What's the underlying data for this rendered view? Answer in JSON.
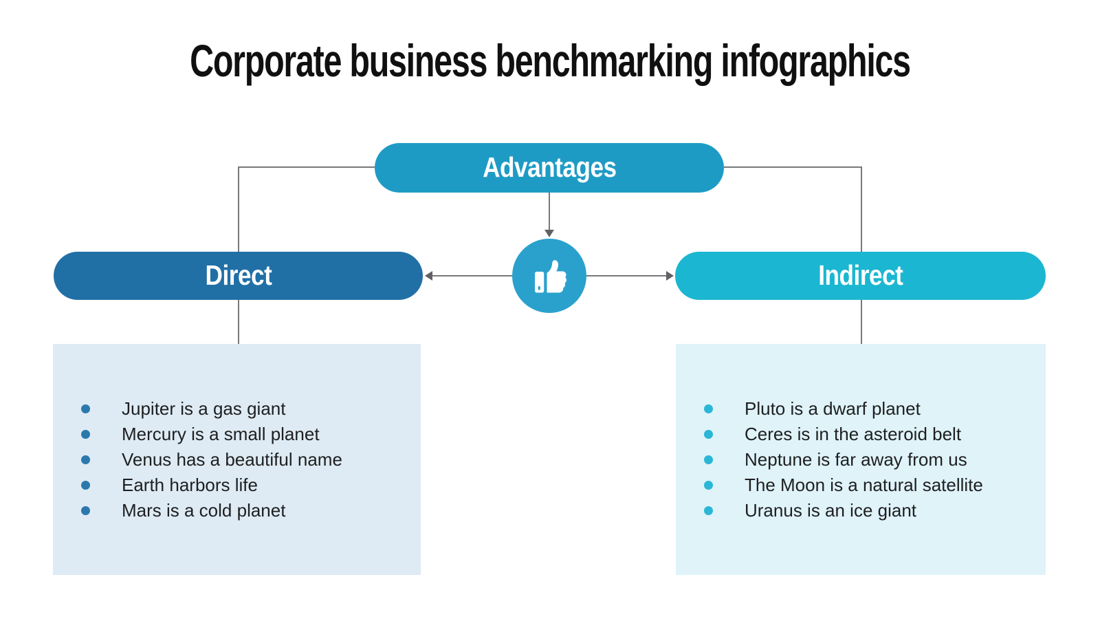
{
  "title": "Corporate business benchmarking infographics",
  "nodes": {
    "root": {
      "label": "Advantages"
    },
    "left": {
      "label": "Direct"
    },
    "right": {
      "label": "Indirect"
    }
  },
  "center": {
    "icon": "thumb-up-icon"
  },
  "lists": {
    "left": {
      "items": [
        "Jupiter is a gas giant",
        "Mercury is a small planet",
        "Venus has a beautiful name",
        "Earth harbors life",
        "Mars is a cold planet"
      ]
    },
    "right": {
      "items": [
        "Pluto is a dwarf planet",
        "Ceres is in the asteroid belt",
        "Neptune is far away from us",
        "The Moon is a natural satellite",
        "Uranus is an ice giant"
      ]
    }
  },
  "colors": {
    "root_pill": "#1E9BC5",
    "left_pill": "#2070A6",
    "right_pill": "#1BB6D1",
    "circle": "#2AA1CD",
    "left_box": "#DEEBF4",
    "right_box": "#DFF3F9",
    "left_bullet": "#2B79AC",
    "right_bullet": "#2BB6D6",
    "connector": "#77787A",
    "title_text": "#101010",
    "body_text": "#1E1F21"
  }
}
